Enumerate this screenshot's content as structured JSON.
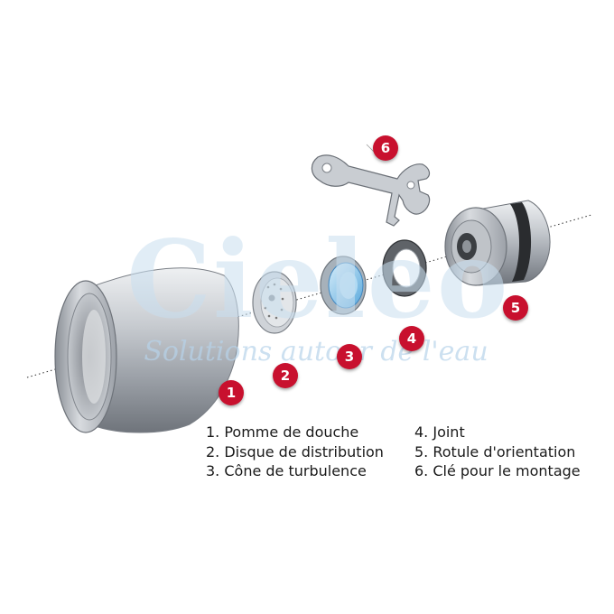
{
  "watermark": {
    "brand": "Cieleo",
    "tagline": "Solutions autour de l'eau"
  },
  "callouts": [
    {
      "number": "1"
    },
    {
      "number": "2"
    },
    {
      "number": "3"
    },
    {
      "number": "4"
    },
    {
      "number": "5"
    },
    {
      "number": "6"
    }
  ],
  "legend": {
    "left": [
      "1. Pomme de douche",
      "2. Disque de distribution",
      "3. Cône de turbulence"
    ],
    "right": [
      "4. Joint",
      "5. Rotule d'orientation",
      "6. Clé pour le montage"
    ]
  },
  "colors": {
    "callout_red": "#c8102e",
    "metal": "#b8bcc2",
    "cone_blue": "#8cc8ea",
    "watermark_blue": "#c9dff0"
  }
}
